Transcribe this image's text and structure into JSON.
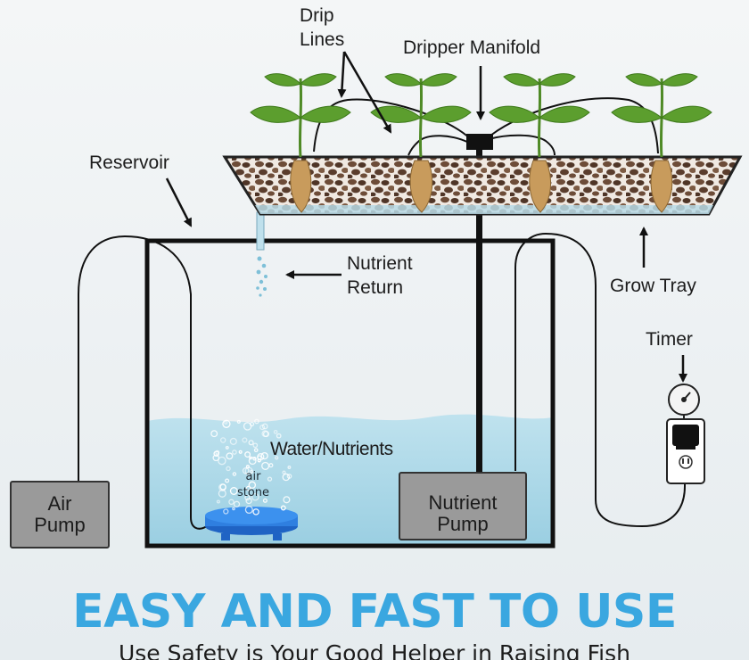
{
  "labels": {
    "drip_lines": [
      "Drip",
      "Lines"
    ],
    "dripper_manifold": "Dripper Manifold",
    "reservoir": "Reservoir",
    "nutrient_return": [
      "Nutrient",
      "Return"
    ],
    "grow_tray": "Grow Tray",
    "timer": "Timer",
    "water_nutrients": "Water/Nutrients",
    "air_stone": [
      "air",
      "stone"
    ],
    "air_pump": [
      "Air",
      "Pump"
    ],
    "nutrient_pump": [
      "Nutrient",
      "Pump"
    ]
  },
  "headline": "EASY AND FAST TO USE",
  "subline": "Use Safety is Your Good Helper in Raising Fish",
  "colors": {
    "headline": "#3aa7e0",
    "water": "#a9d7e6",
    "pump_fill": "#9a9a9a",
    "air_stone": "#2f7fe0",
    "tray_media": "#6b4a36",
    "leaf": "#5c9e2e"
  },
  "icons": [
    "seedling-icon",
    "root-icon",
    "bubble-icon",
    "timer-dial-icon",
    "outlet-icon",
    "arrow-icon"
  ]
}
